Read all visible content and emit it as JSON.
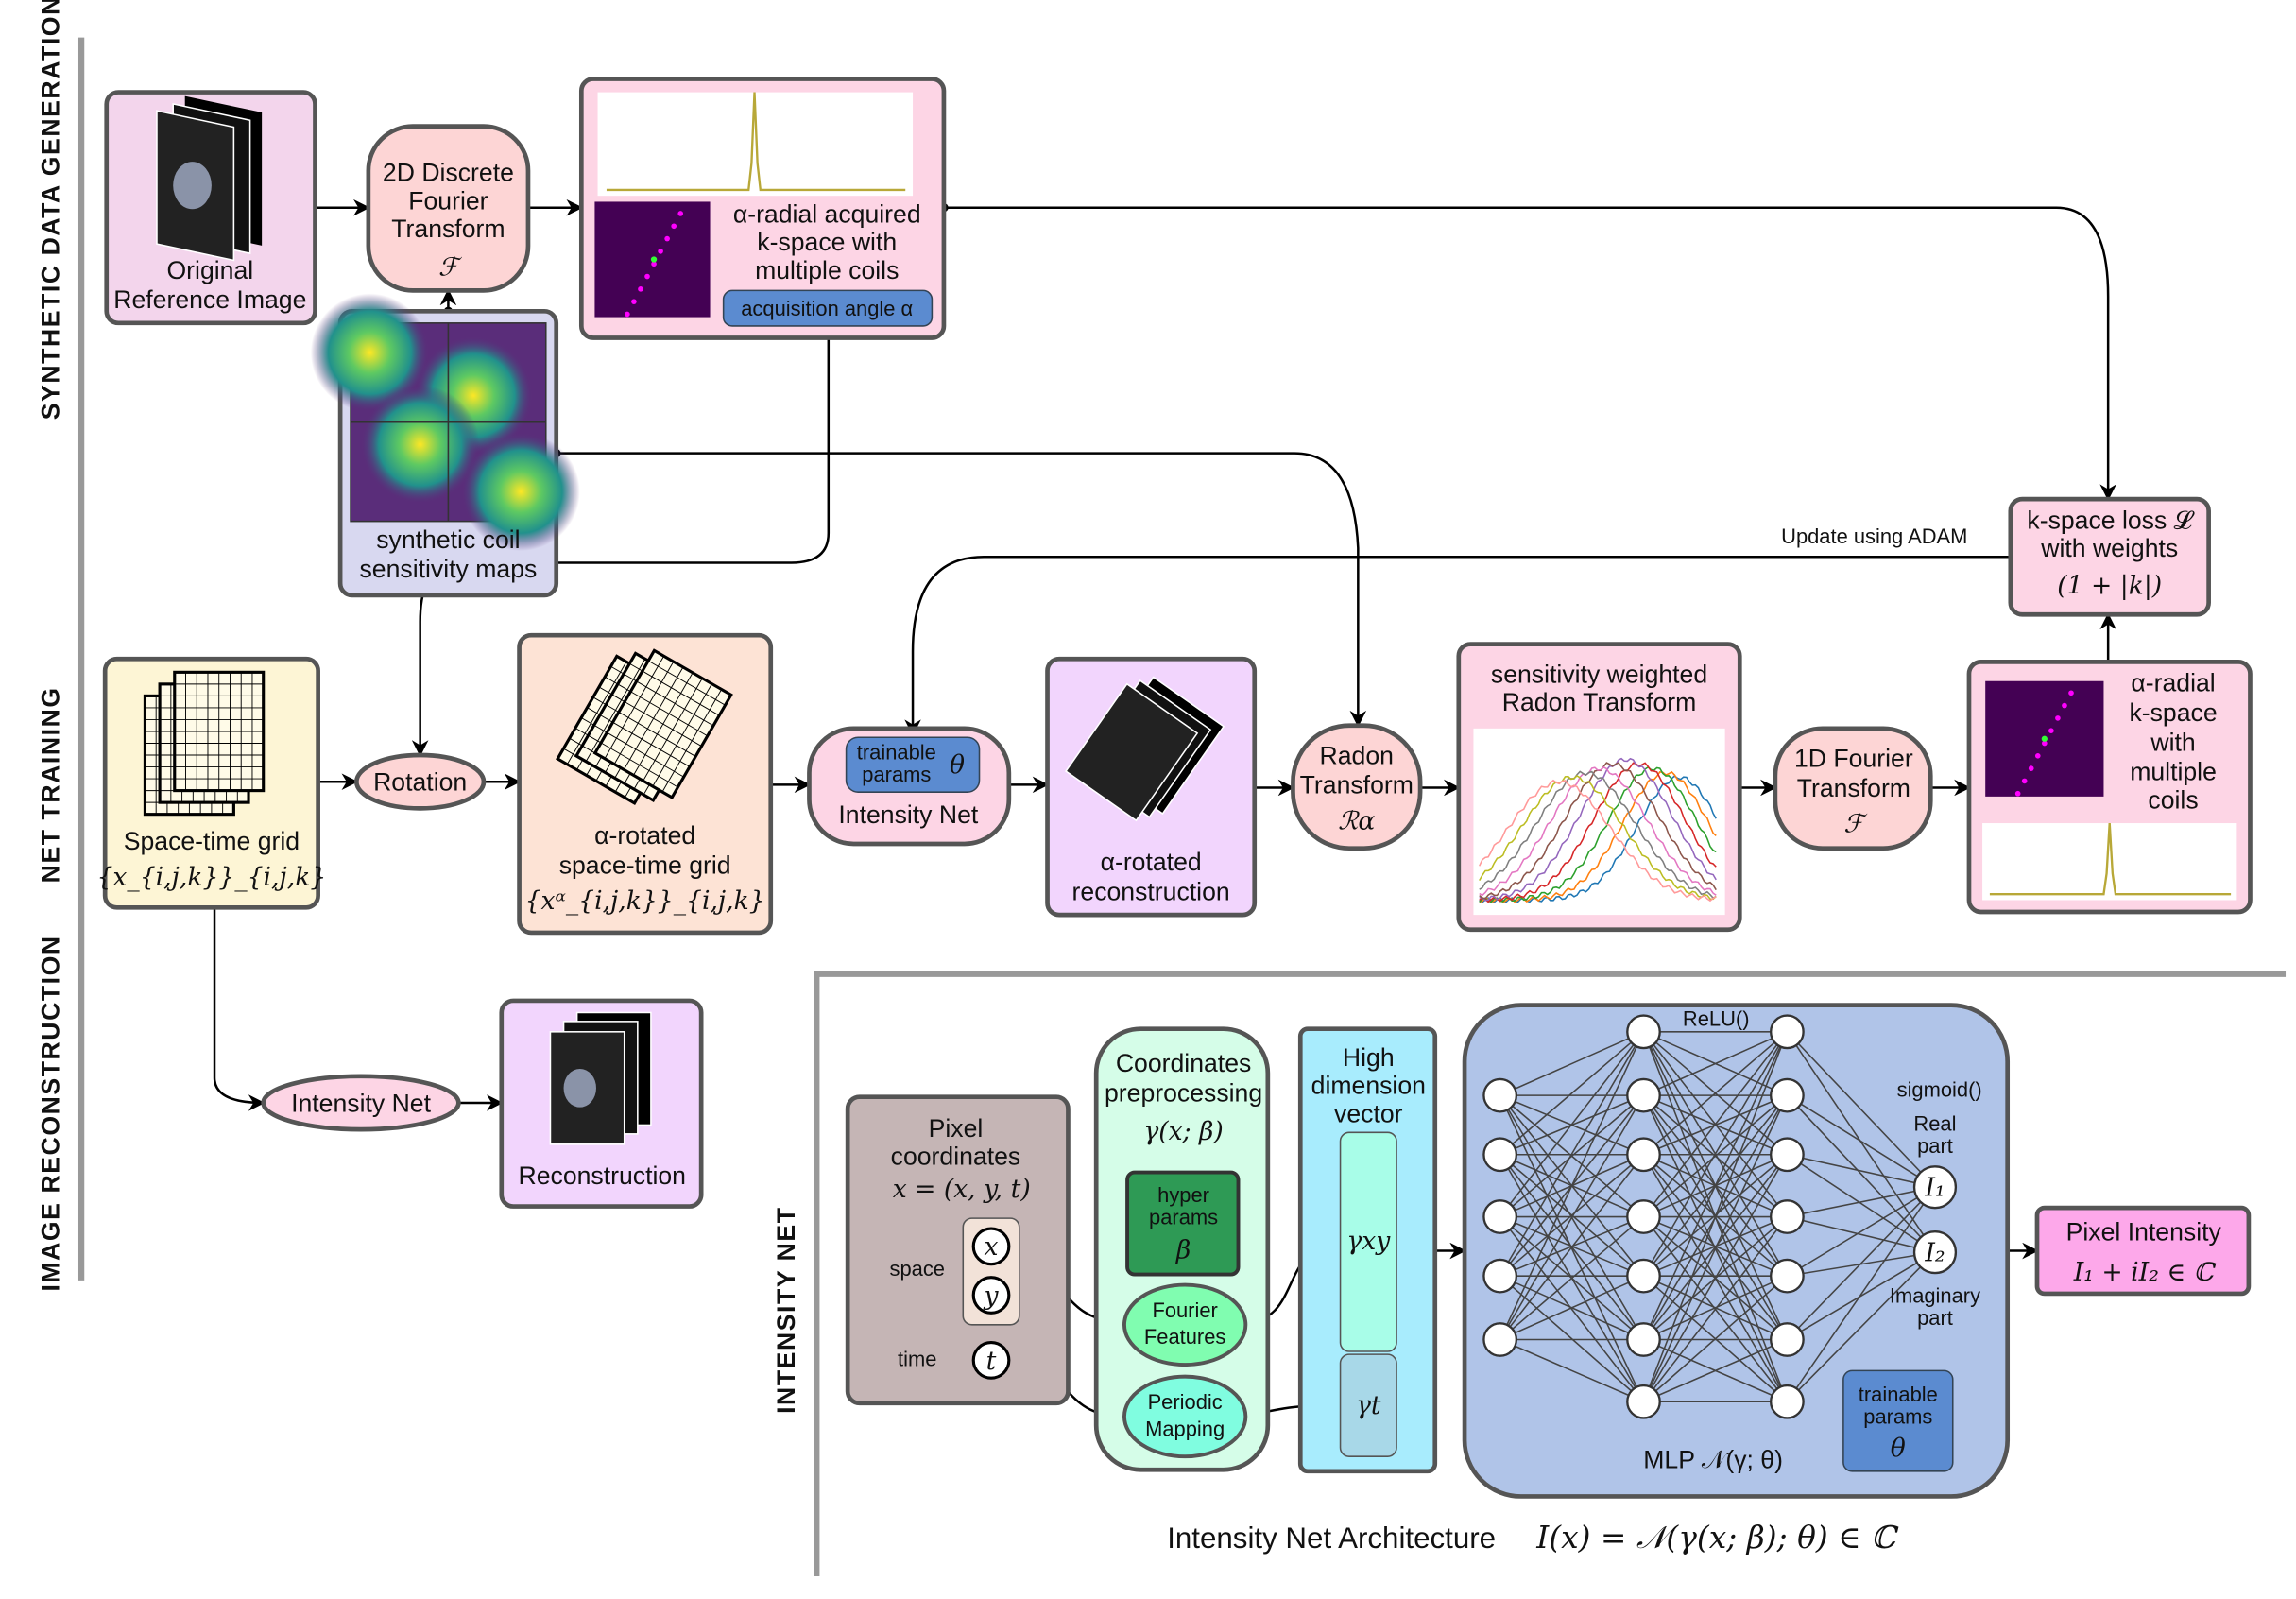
{
  "sections": {
    "synthetic": "SYNTHETIC DATA GENERATION",
    "training": "NET TRAINING",
    "reconstruction": "IMAGE RECONSTRUCTION",
    "intensity_net": "INTENSITY NET"
  },
  "synthetic": {
    "original": [
      "Original",
      "Reference Image"
    ],
    "dft": [
      "2D Discrete",
      "Fourier",
      "Transform",
      "ℱ"
    ],
    "kspace": [
      "α-radial acquired",
      "k-space with",
      "multiple coils"
    ],
    "acq_angle": "acquisition angle α",
    "coil_maps": [
      "synthetic coil",
      "sensitivity maps"
    ]
  },
  "training": {
    "grid": [
      "Space-time grid",
      "{x_{i,j,k}}_{i,j,k}"
    ],
    "rotation": "Rotation",
    "rot_grid": [
      "α-rotated",
      "space-time grid",
      "{xᵅ_{i,j,k}}_{i,j,k}"
    ],
    "trainable": [
      "trainable",
      "params",
      "θ"
    ],
    "intensity_net": "Intensity Net",
    "rot_recon": [
      "α-rotated",
      "reconstruction"
    ],
    "radon": [
      "Radon",
      "Transform",
      "ℛα"
    ],
    "sens_radon": [
      "sensitivity weighted",
      "Radon Transform"
    ],
    "fourier1d": [
      "1D Fourier",
      "Transform",
      "ℱ"
    ],
    "alpha_kspace": [
      "α-radial",
      "k-space",
      "with",
      "multiple",
      "coils"
    ],
    "loss": [
      "k-space loss 𝓛",
      "with weights",
      "(1 + |k|)"
    ],
    "update": "Update using ADAM"
  },
  "recon": {
    "intensity_net": "Intensity Net",
    "reconstruction": "Reconstruction"
  },
  "arch": {
    "pixel": [
      "Pixel",
      "coordinates",
      "x = (x, y, t)"
    ],
    "space": "space",
    "time": "time",
    "x": "x",
    "y": "y",
    "t": "t",
    "coord_pre": [
      "Coordinates",
      "preprocessing",
      "γ(x; β)"
    ],
    "hyper": [
      "hyper",
      "params",
      "β"
    ],
    "fourier": [
      "Fourier",
      "Features"
    ],
    "periodic": [
      "Periodic",
      "Mapping"
    ],
    "highdim": [
      "High",
      "dimension",
      "vector"
    ],
    "gxy": "γxy",
    "gt": "γt",
    "relu": "ReLU()",
    "sigmoid": "sigmoid()",
    "real": [
      "Real",
      "part"
    ],
    "imag": [
      "Imaginary",
      "part"
    ],
    "i1": "I₁",
    "i2": "I₂",
    "mlp": "MLP 𝒩(γ; θ)",
    "trainable": [
      "trainable",
      "params",
      "θ"
    ],
    "pixel_int": [
      "Pixel Intensity",
      "I₁ + iI₂ ∈ ℂ"
    ],
    "caption": "Intensity Net Architecture",
    "formula": "I(x) = 𝒩(γ(x; β); θ) ∈ ℂ"
  },
  "colors": {
    "orig": "#f3d5ec",
    "dft": "#fdd5d5",
    "kspace": "#fdd5e5",
    "acq": "#5b8bd0",
    "coil": "#d8d8f0",
    "grid": "#fdf5d5",
    "rotgrid": "#fde3d5",
    "recon": "#f2d5fd",
    "pixel": "#c5b5b5",
    "pre": "#d5fde8",
    "hyper": "#2e9a55",
    "fourier": "#80fdb0",
    "periodic": "#80fde0",
    "highdim": "#a8ecfd",
    "mlp": "#b0c4e8",
    "out": "#fda8ea"
  }
}
